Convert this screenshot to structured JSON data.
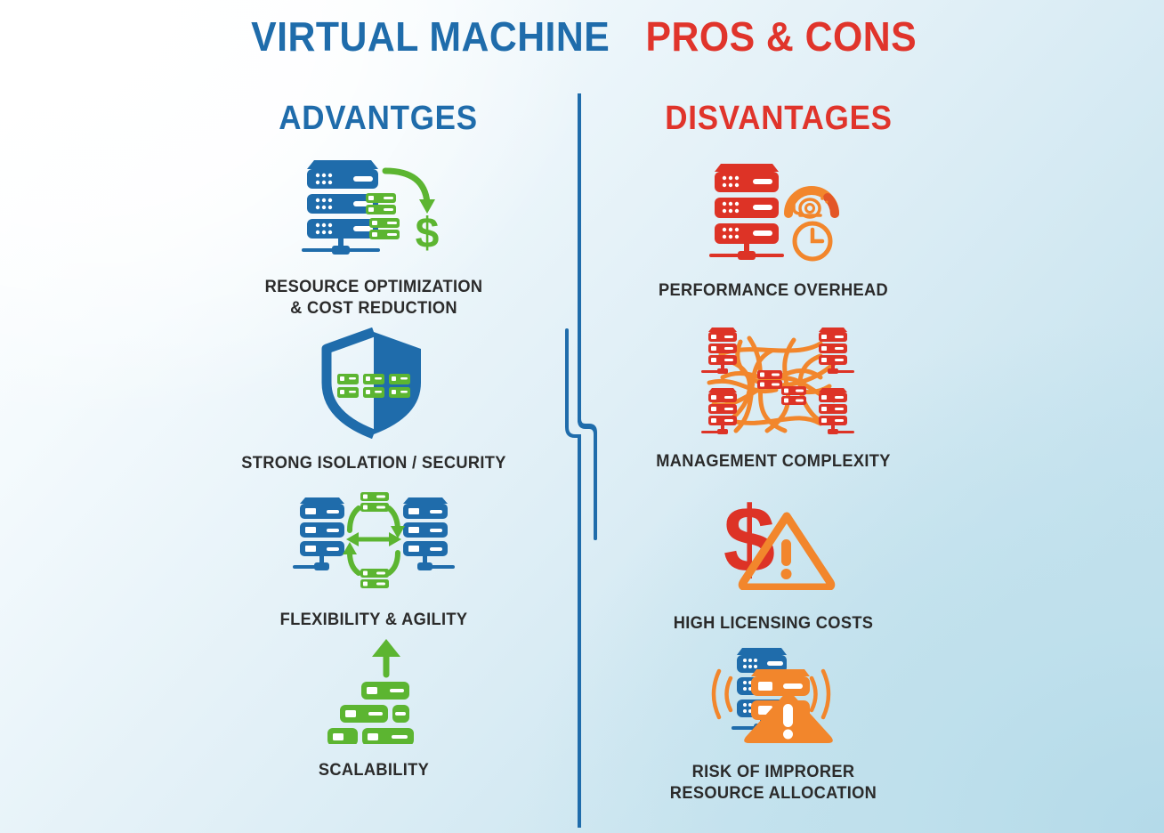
{
  "title": {
    "primary": "VIRTUAL MACHINE",
    "secondary": "PROS & CONS"
  },
  "colors": {
    "blue": "#1f6cab",
    "red": "#e0342b",
    "green": "#5cb531",
    "orange": "#f2862c",
    "label": "#2b2b2b",
    "background_start": "#ffffff",
    "background_end": "#b4dae9"
  },
  "columns": {
    "advantages": {
      "heading": "ADVANTGES",
      "heading_color": "#1f6cab",
      "items": [
        {
          "icon": "server-stack-cost-savings-icon",
          "label": "RESOURCE OPTIMIZATION\n& COST REDUCTION"
        },
        {
          "icon": "shield-servers-icon",
          "label": "STRONG ISOLATION / SECURITY"
        },
        {
          "icon": "server-migration-arrows-icon",
          "label": "FLEXIBILITY & AGILITY"
        },
        {
          "icon": "scaling-up-arrow-servers-icon",
          "label": "SCALABILITY"
        }
      ]
    },
    "disadvantages": {
      "heading": "DISVANTAGES",
      "heading_color": "#e0342b",
      "items": [
        {
          "icon": "server-gauge-snail-clock-icon",
          "label": "PERFORMANCE OVERHEAD"
        },
        {
          "icon": "tangled-network-servers-icon",
          "label": "MANAGEMENT COMPLEXITY"
        },
        {
          "icon": "dollar-warning-icon",
          "label": "HIGH LICENSING COSTS"
        },
        {
          "icon": "server-alert-signal-icon",
          "label": "RISK OF IMPRORER\nRESOURCE ALLOCATION"
        }
      ]
    }
  },
  "divider": {
    "name": "vertical-divider-line",
    "color": "#1f6cab"
  }
}
